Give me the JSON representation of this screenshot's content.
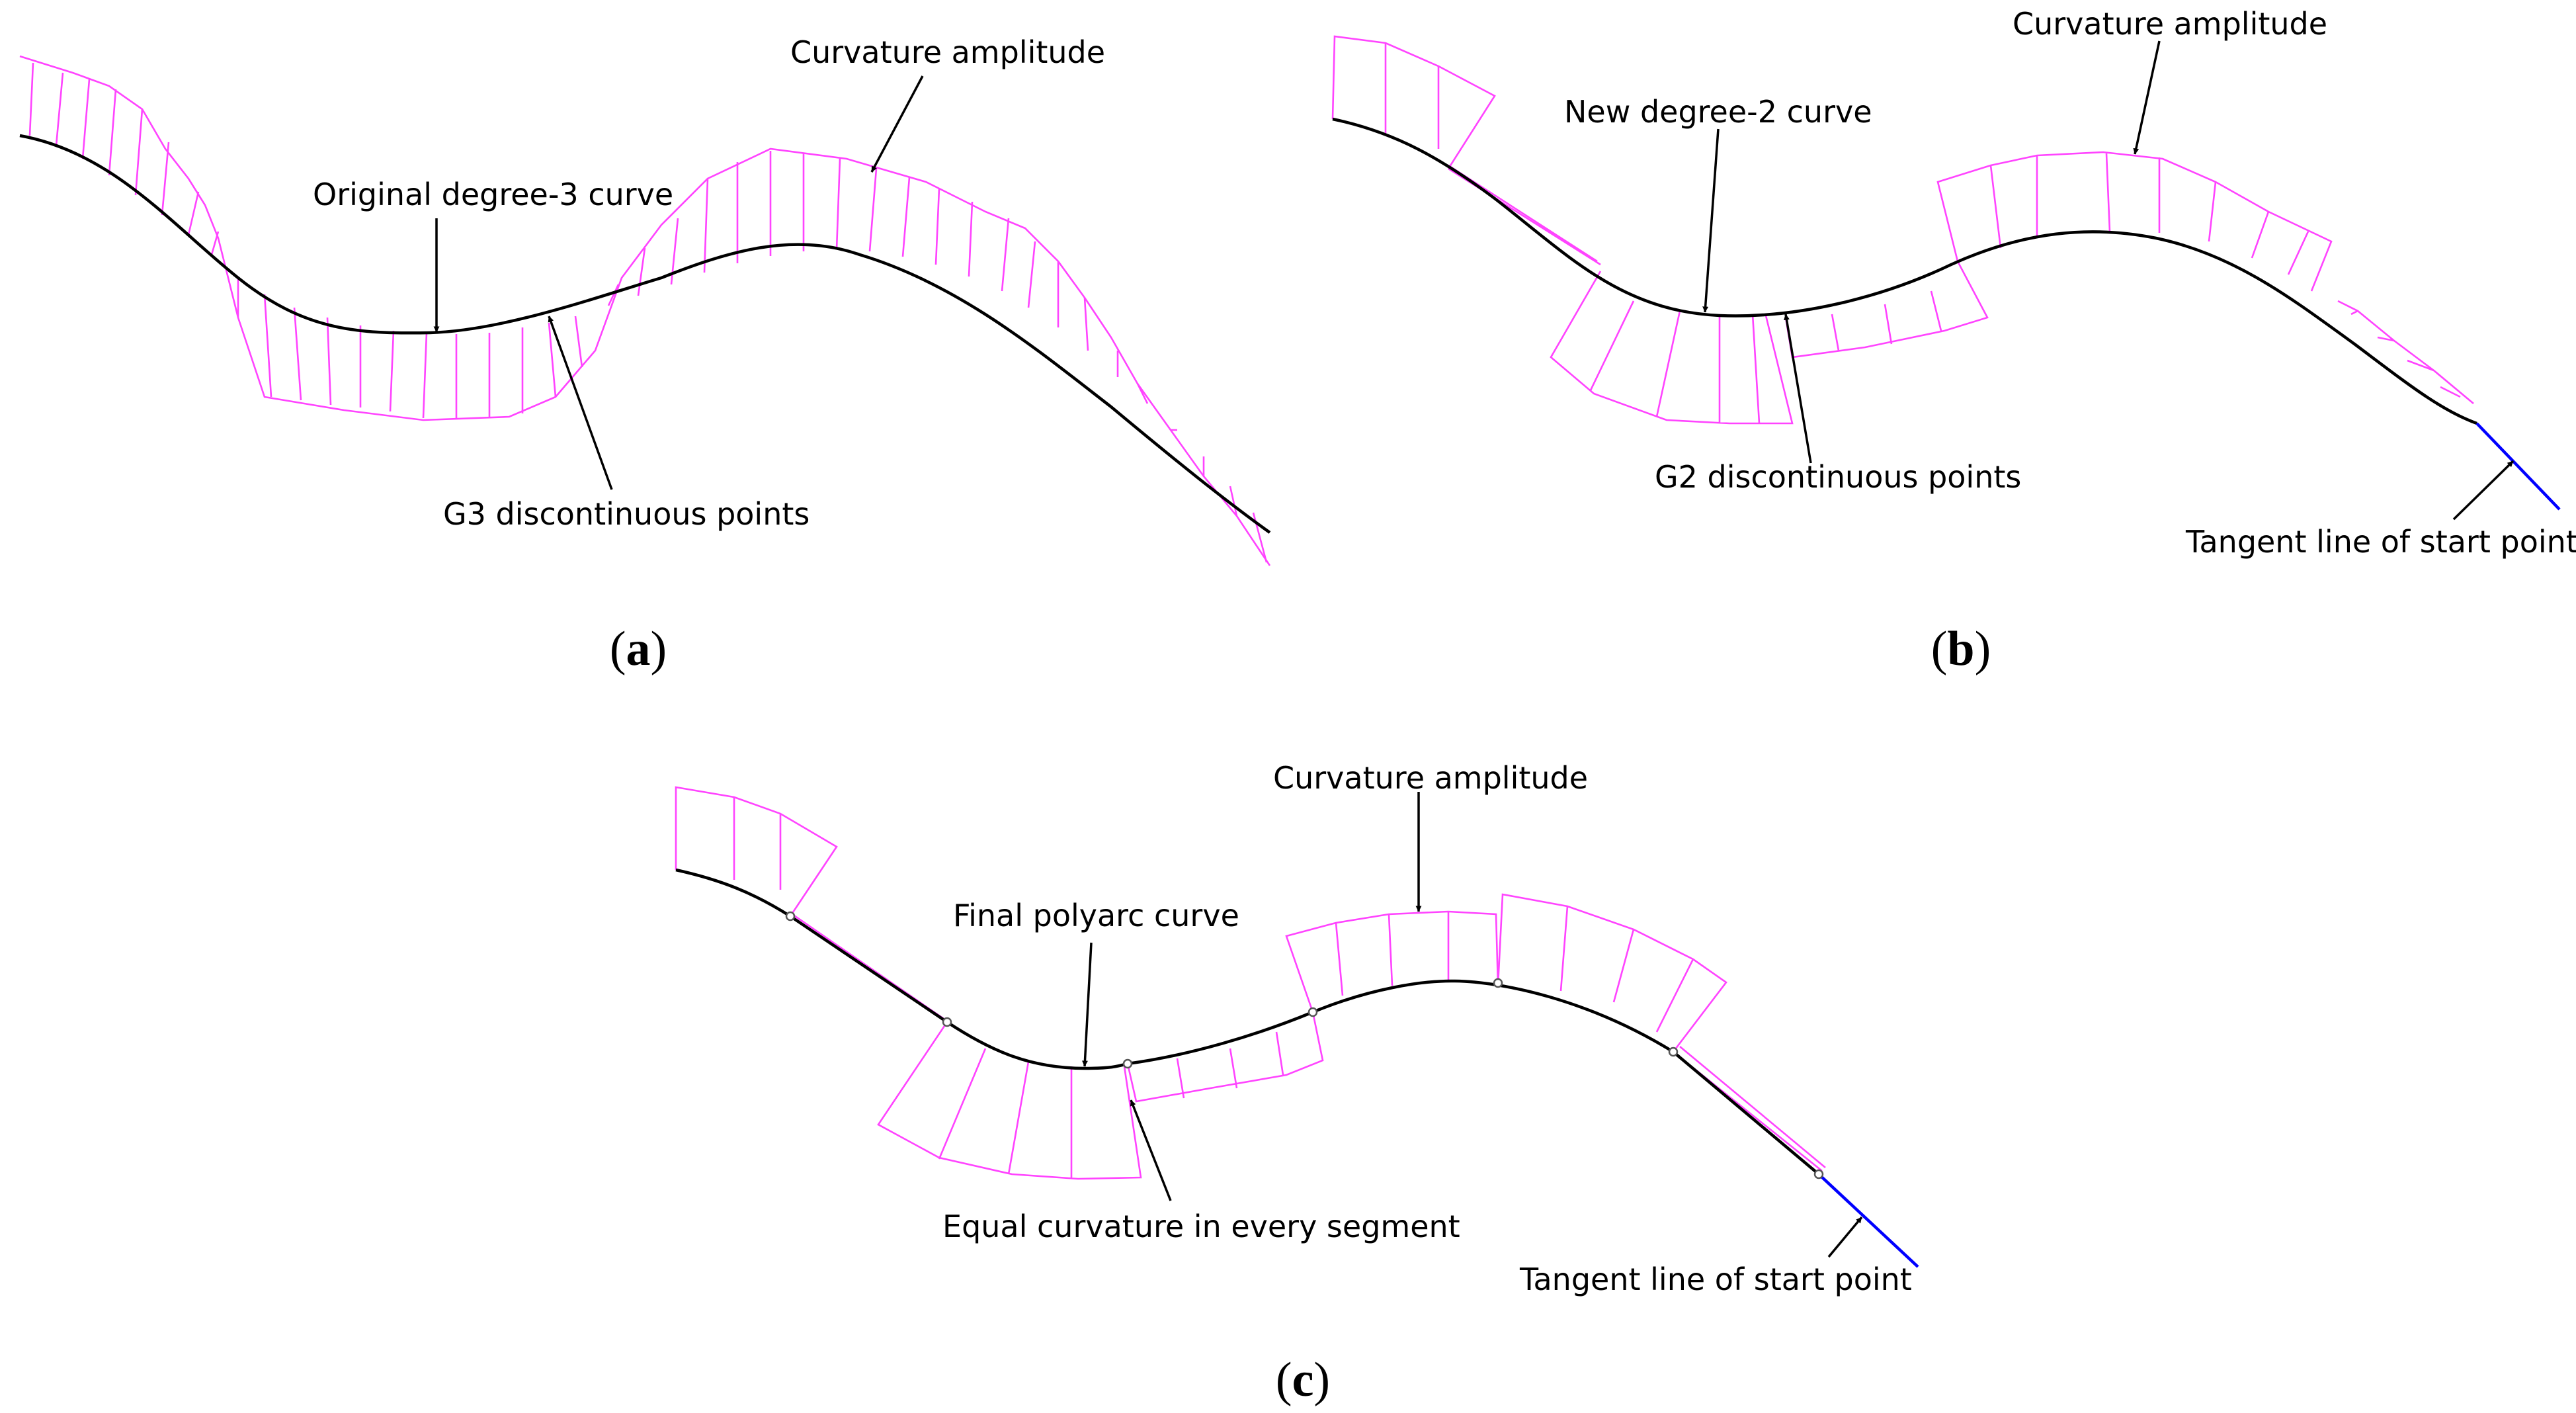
{
  "colors": {
    "curve": "#000000",
    "curvature_comb": "#ff44ff",
    "tangent_line": "#0000ff",
    "background": "#ffffff"
  },
  "panels": {
    "a": {
      "caption": "a",
      "labels": {
        "curvature_amplitude": "Curvature amplitude",
        "original_curve": "Original degree-3 curve",
        "discontinuous": "G3 discontinuous points"
      }
    },
    "b": {
      "caption": "b",
      "labels": {
        "curvature_amplitude": "Curvature amplitude",
        "new_curve": "New degree-2 curve",
        "discontinuous": "G2 discontinuous points",
        "tangent": "Tangent line of start point"
      }
    },
    "c": {
      "caption": "c",
      "labels": {
        "curvature_amplitude": "Curvature amplitude",
        "final_curve": "Final polyarc curve",
        "equal_curvature": "Equal curvature in every segment",
        "tangent": "Tangent line of start point"
      }
    }
  }
}
